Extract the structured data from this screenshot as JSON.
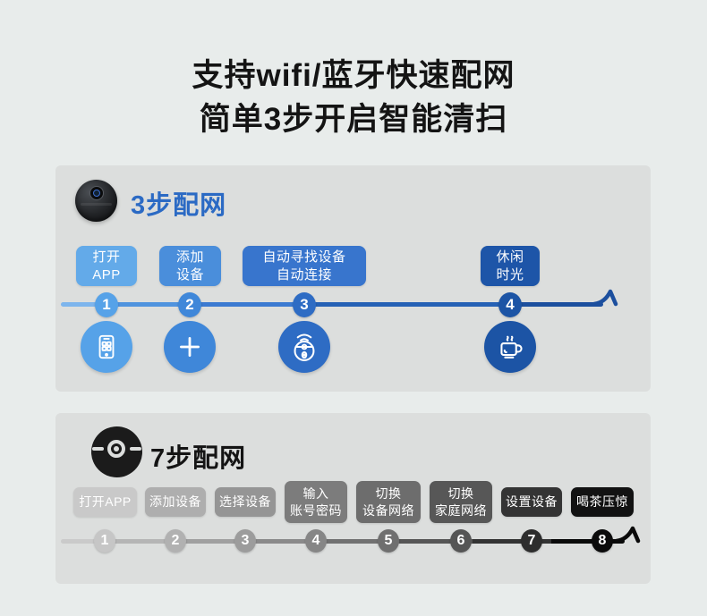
{
  "title": {
    "line1": "支持wifi/蓝牙快速配网",
    "line2": "简单3步开启智能清扫"
  },
  "colors": {
    "page_bg": "#e8eceb",
    "panel_bg": "#dcdedd",
    "blue_heading": "#2b6ac4",
    "dark_heading": "#141414",
    "blue_line_start": "#7db5ed",
    "blue_line_end": "#1c4f9e",
    "gray_line_start": "#cacaca",
    "gray_line_end": "#0a0a0a"
  },
  "panel_blue": {
    "heading": "3步配网",
    "icon_name": "robot-vacuum-photo",
    "steps": [
      {
        "num": "1",
        "line1": "打开",
        "line2": "APP",
        "badge_color": "#63aae9",
        "node_color": "#56a2e8",
        "icon": "phone-app-icon"
      },
      {
        "num": "2",
        "line1": "添加",
        "line2": "设备",
        "badge_color": "#4a8edb",
        "node_color": "#3f87d9",
        "icon": "plus-icon"
      },
      {
        "num": "3",
        "line1": "自动寻找设备",
        "line2": "自动连接",
        "badge_color": "#3875cd",
        "node_color": "#2e6cc4",
        "icon": "robot-wifi-icon"
      },
      {
        "num": "4",
        "line1": "休闲",
        "line2": "时光",
        "badge_color": "#1d55a8",
        "node_color": "#1c54a5",
        "icon": "coffee-cup-icon"
      }
    ]
  },
  "panel_gray": {
    "heading": "7步配网",
    "icon_name": "robot-lidar-icon",
    "steps": [
      {
        "num": "1",
        "line1": "打开APP",
        "badge_color": "#c9c9c9",
        "node_color": "#c6c6c6"
      },
      {
        "num": "2",
        "line1": "添加设备",
        "badge_color": "#aeaeae",
        "node_color": "#b1b1b1"
      },
      {
        "num": "3",
        "line1": "选择设备",
        "badge_color": "#959595",
        "node_color": "#9c9c9c"
      },
      {
        "num": "4",
        "line1": "输入",
        "line2": "账号密码",
        "badge_color": "#7c7c7c",
        "node_color": "#868686"
      },
      {
        "num": "5",
        "line1": "切换",
        "line2": "设备网络",
        "badge_color": "#6d6d6d",
        "node_color": "#6f6f6f"
      },
      {
        "num": "6",
        "line1": "切换",
        "line2": "家庭网络",
        "badge_color": "#575757",
        "node_color": "#555555"
      },
      {
        "num": "7",
        "line1": "设置设备",
        "badge_color": "#343434",
        "node_color": "#2d2d2d"
      },
      {
        "num": "8",
        "line1": "喝茶压惊",
        "badge_color": "#121212",
        "node_color": "#0b0b0b"
      }
    ]
  }
}
